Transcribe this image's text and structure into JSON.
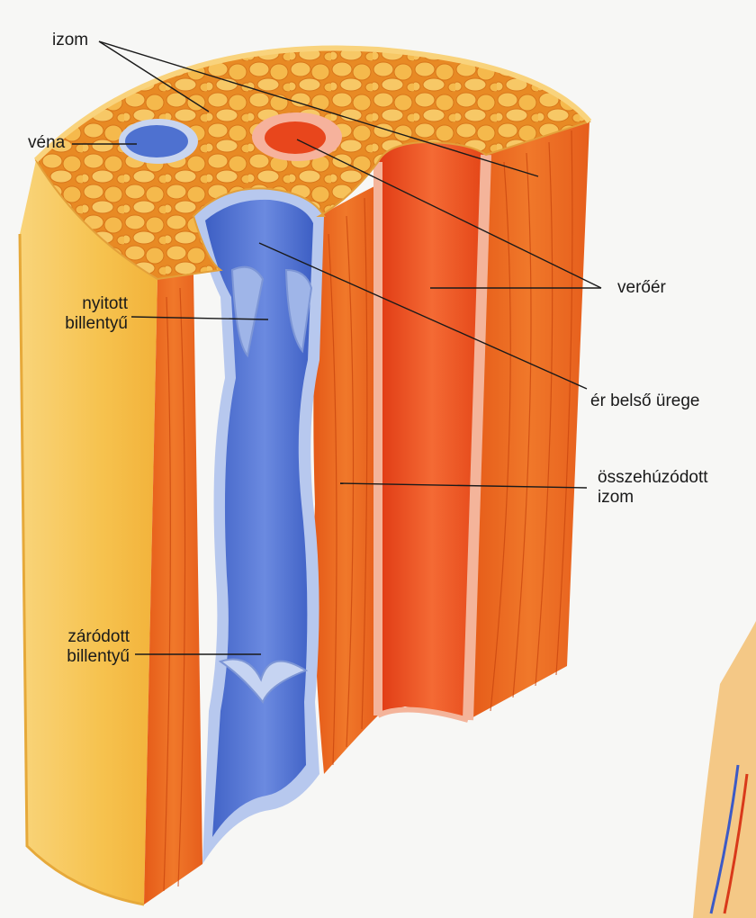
{
  "labels": {
    "izom": "izom",
    "vena": "véna",
    "nyitott_billentyu": [
      "nyitott",
      "billentyű"
    ],
    "verőér": "verőér",
    "er_belso_urege": "ér belső ürege",
    "osszehuzodott_izom": [
      "összehúzódott",
      "izom"
    ],
    "zarodott_billentyu": [
      "záródott",
      "billentyű"
    ]
  },
  "colors": {
    "muscle_orange": "#e8621e",
    "muscle_light": "#f08a3a",
    "fat_yellow": "#f6c24e",
    "vein_blue": "#4a6fd1",
    "vein_light": "#a9bde8",
    "artery_red": "#e2431a",
    "artery_light": "#f2a08a",
    "background": "#f7f7f5"
  }
}
